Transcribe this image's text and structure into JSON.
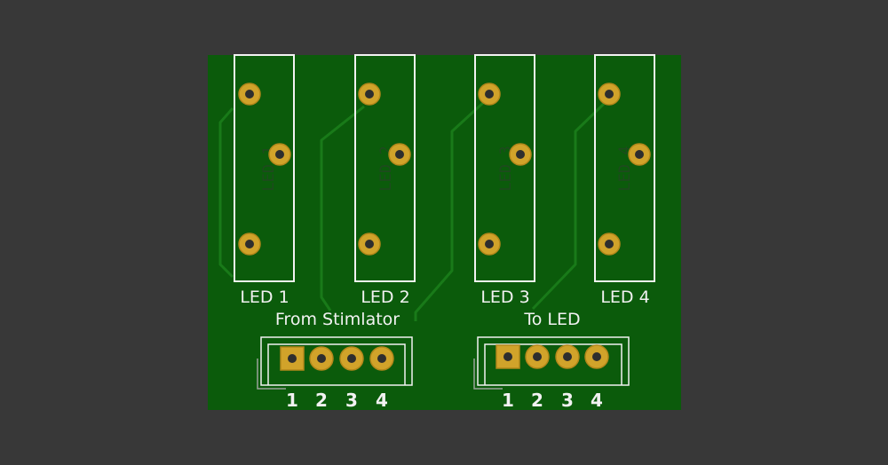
{
  "colors": {
    "background": "#383838",
    "board": "#0b5b0b",
    "trace": "#197a19",
    "pad": "#d1a32a",
    "pad_ring": "#b3871a",
    "drill": "#2e2e2e",
    "silkscreen": "#f2f2f2",
    "fab_text": "#1e4a1e",
    "courtyard": "#9aa39a"
  },
  "leds": [
    {
      "silk_label": "LED 1",
      "fab_label": "LED 1"
    },
    {
      "silk_label": "LED 2",
      "fab_label": "LED 2"
    },
    {
      "silk_label": "LED 3",
      "fab_label": "LED 3"
    },
    {
      "silk_label": "LED 4",
      "fab_label": "LED 4"
    }
  ],
  "connectors": [
    {
      "title": "From Stimlator",
      "pins": [
        "1",
        "2",
        "3",
        "4"
      ]
    },
    {
      "title": "To LED",
      "pins": [
        "1",
        "2",
        "3",
        "4"
      ]
    }
  ]
}
